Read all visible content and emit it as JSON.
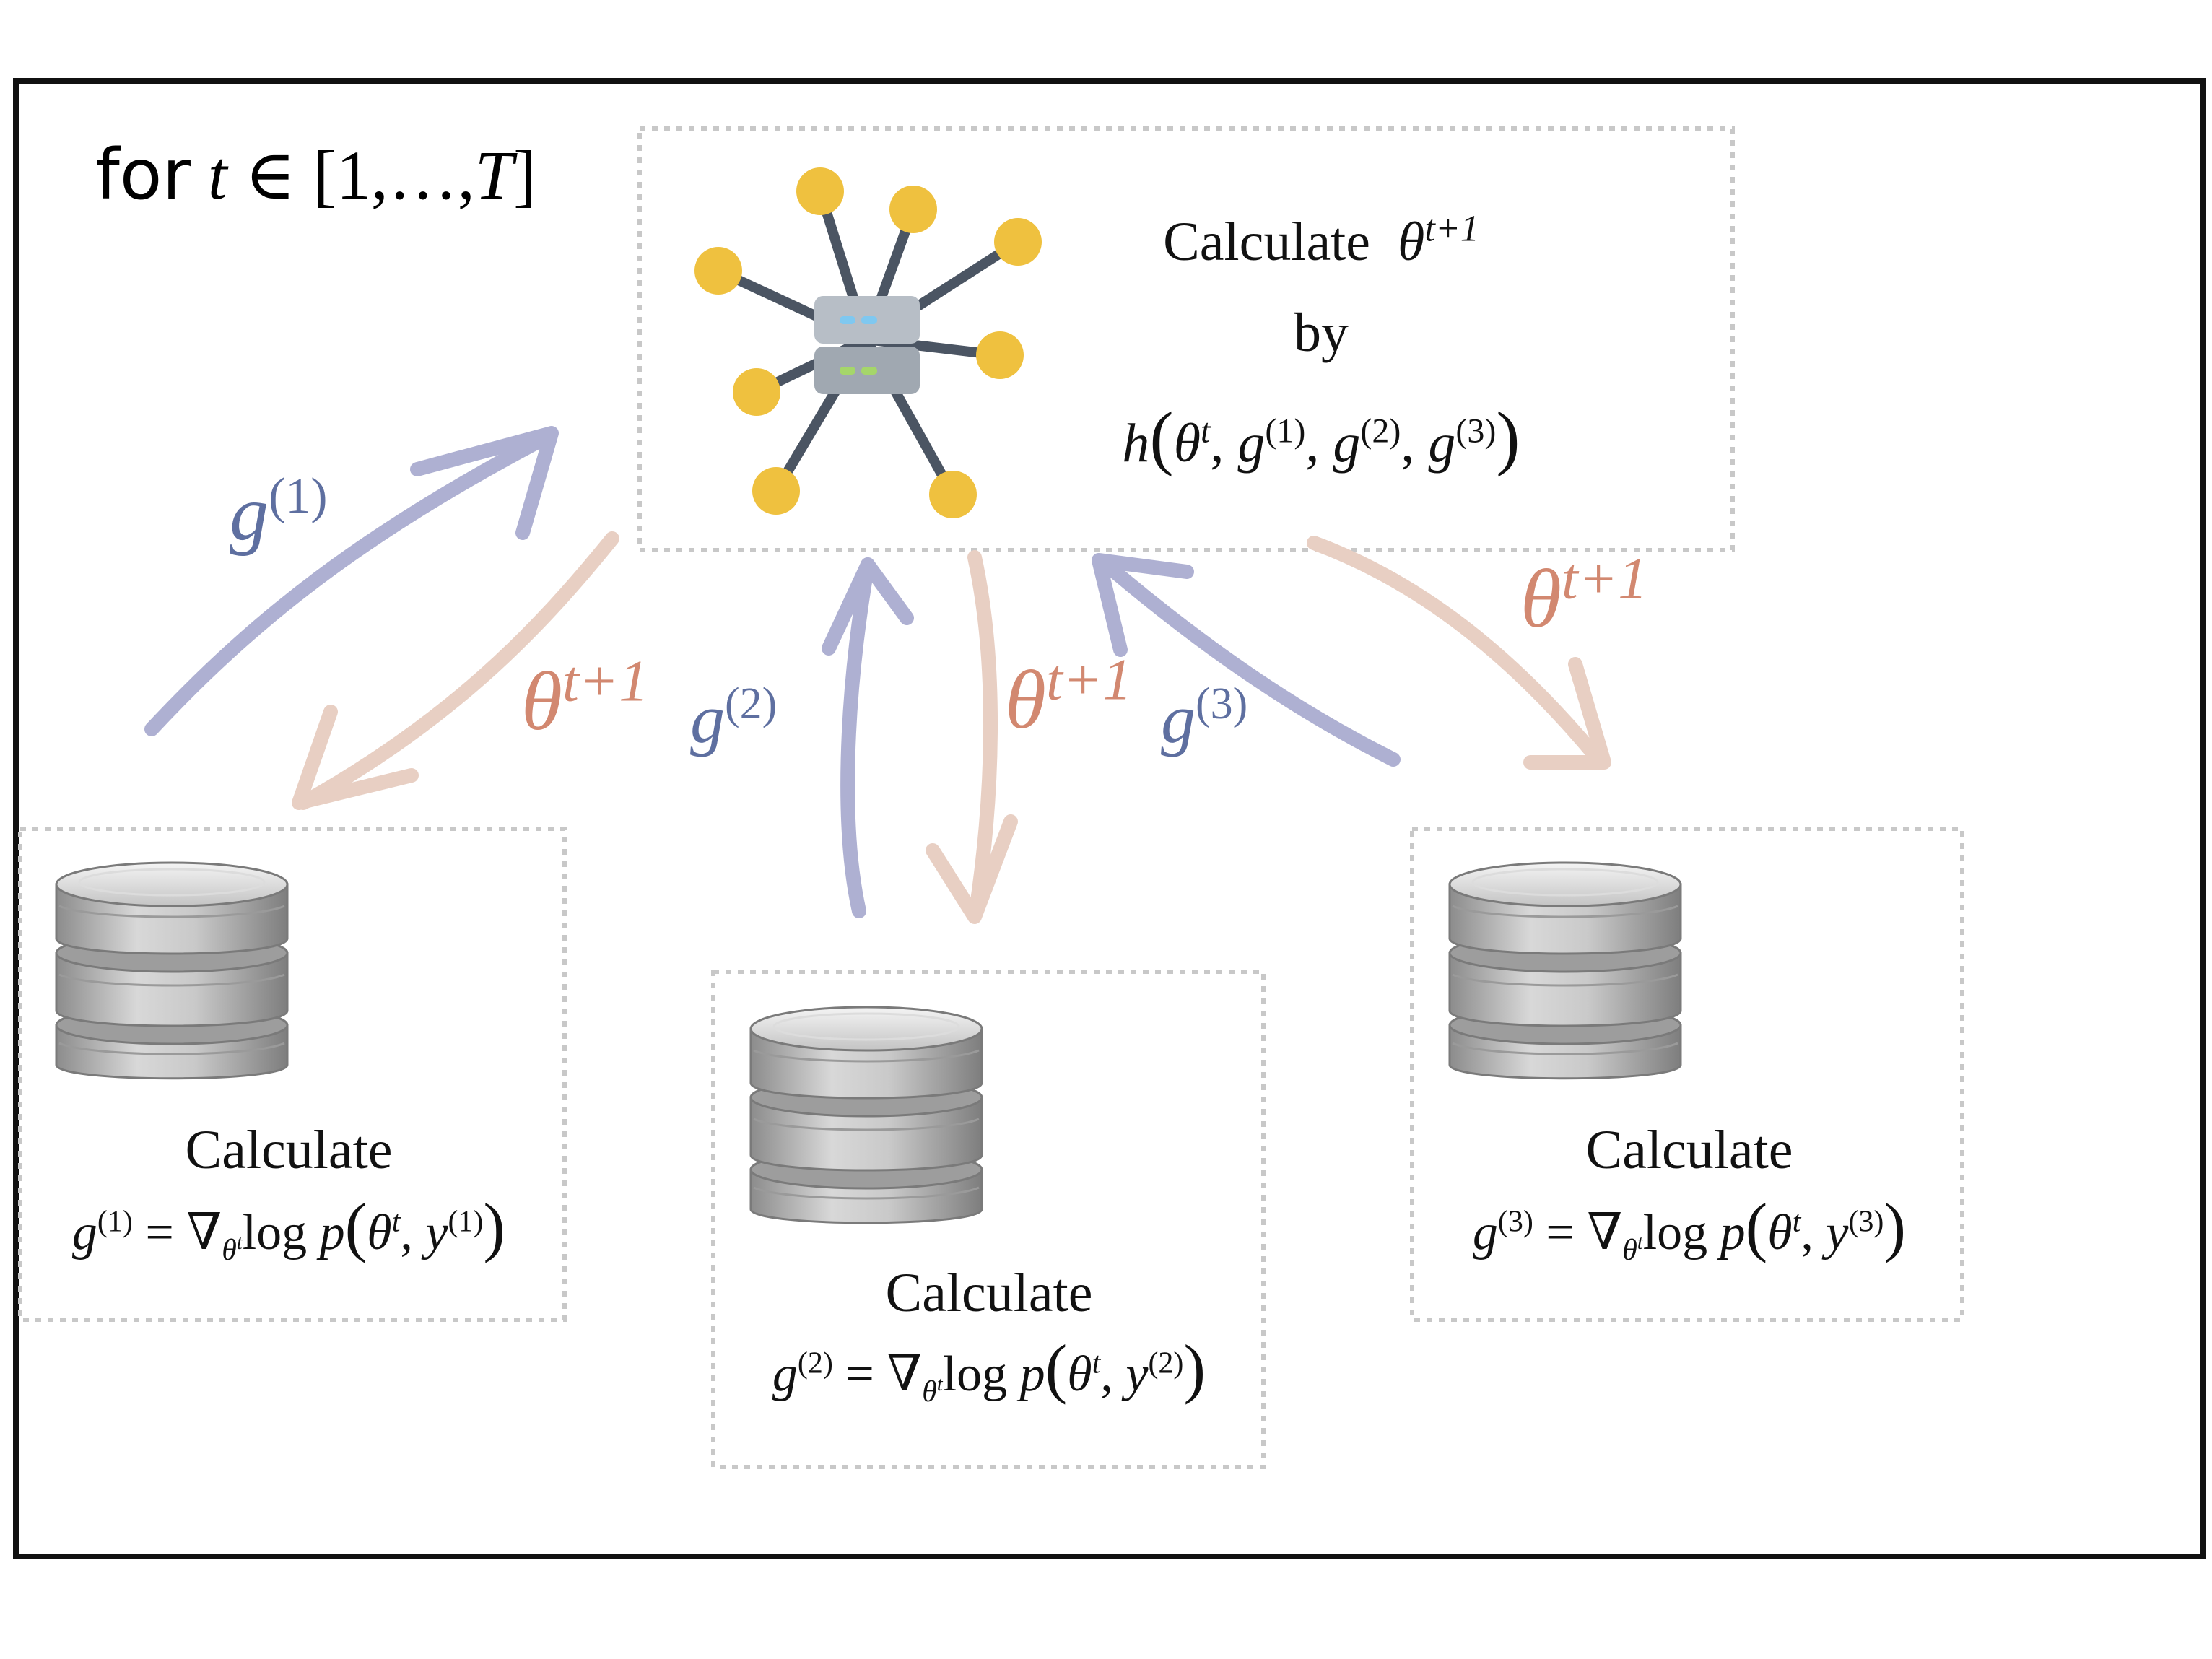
{
  "loop": {
    "prefix": "for",
    "variable": "t",
    "set_symbol": "∈",
    "range_open": "[1,…,",
    "range_end": "T",
    "range_close": "]"
  },
  "server": {
    "line1_word": "Calculate",
    "line1_symbol": "θ",
    "line1_sup": "t+1",
    "line2": "by",
    "line3_fn": "h",
    "line3_args": [
      {
        "base": "θ",
        "sup": "t"
      },
      {
        "base": "g",
        "sup": "(1)"
      },
      {
        "base": "g",
        "sup": "(2)"
      },
      {
        "base": "g",
        "sup": "(3)"
      }
    ]
  },
  "clients": [
    {
      "title": "Calculate",
      "g_base": "g",
      "g_sup": "(1)",
      "eq": "=",
      "nabla": "∇",
      "nabla_sub": "θ",
      "nabla_subsup": "t",
      "log": "log",
      "p": "p",
      "theta": "θ",
      "theta_sup": "t",
      "y": "y",
      "y_sup": "(1)"
    },
    {
      "title": "Calculate",
      "g_base": "g",
      "g_sup": "(2)",
      "eq": "=",
      "nabla": "∇",
      "nabla_sub": "θ",
      "nabla_subsup": "t",
      "log": "log",
      "p": "p",
      "theta": "θ",
      "theta_sup": "t",
      "y": "y",
      "y_sup": "(2)"
    },
    {
      "title": "Calculate",
      "g_base": "g",
      "g_sup": "(3)",
      "eq": "=",
      "nabla": "∇",
      "nabla_sub": "θ",
      "nabla_subsup": "t",
      "log": "log",
      "p": "p",
      "theta": "θ",
      "theta_sup": "t",
      "y": "y",
      "y_sup": "(3)"
    }
  ],
  "arrow_labels": {
    "up": [
      {
        "base": "g",
        "sup": "(1)"
      },
      {
        "base": "g",
        "sup": "(2)"
      },
      {
        "base": "g",
        "sup": "(3)"
      }
    ],
    "down": [
      {
        "base": "θ",
        "sup": "t+1"
      },
      {
        "base": "θ",
        "sup": "t+1"
      },
      {
        "base": "θ",
        "sup": "t+1"
      }
    ]
  },
  "colors": {
    "up_arrow": "#aeb0d2",
    "up_label": "#5e6fa0",
    "down_arrow": "#e8cfc3",
    "down_label": "#d28870",
    "frame": "#111111",
    "dotted_box": "#c8c8c8",
    "node_yellow": "#efc13f",
    "spoke": "#4b5563",
    "server_gray": "#aeb5bd",
    "server_light_blue": "#7fc8f0",
    "server_light_green": "#a5d66a",
    "db_gray": "#b9b9b9"
  },
  "icons": {
    "server": "network-server-icon",
    "database": "database-icon"
  }
}
